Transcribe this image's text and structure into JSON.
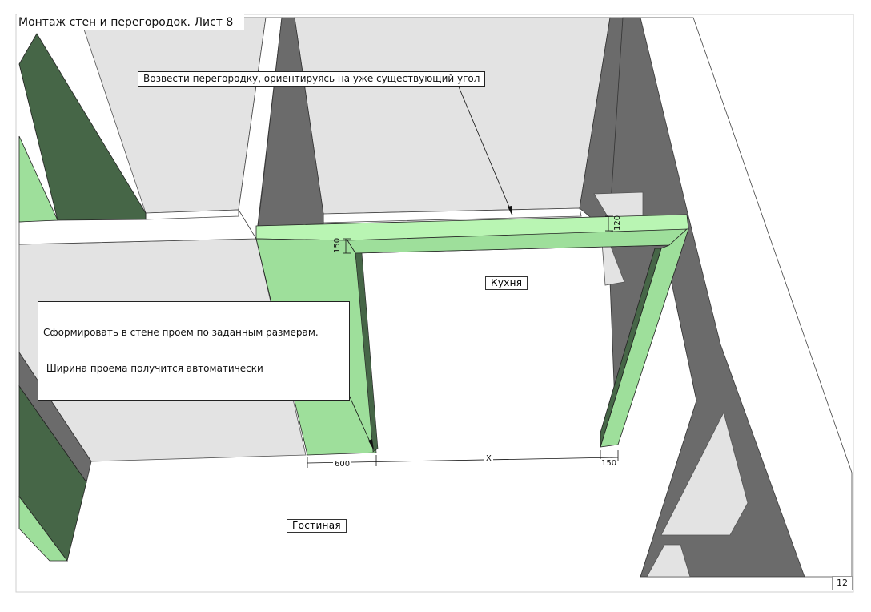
{
  "sheet": {
    "title": "Монтаж стен и перегородок. Лист 8",
    "page_number": "12"
  },
  "notes": {
    "partition": "Возвести перегородку, ориентируясь на уже существующий угол",
    "opening_line1": "Сформировать в стене проем по заданным размерам.",
    "opening_line2": " Ширина проема получится автоматически"
  },
  "rooms": {
    "kitchen": "Кухня",
    "living": "Гостиная"
  },
  "dimensions": {
    "left_jamb": "600",
    "opening_width": "X",
    "right_jamb": "150",
    "lintel_height": "150",
    "partition_thickness": "120"
  },
  "colors": {
    "floor_gray": "#e3e3e3",
    "wall_dark": "#6b6b6b",
    "wall_green_light": "#9edf9b",
    "wall_green_top": "#b9f5b3",
    "wall_green_dark": "#466647"
  }
}
